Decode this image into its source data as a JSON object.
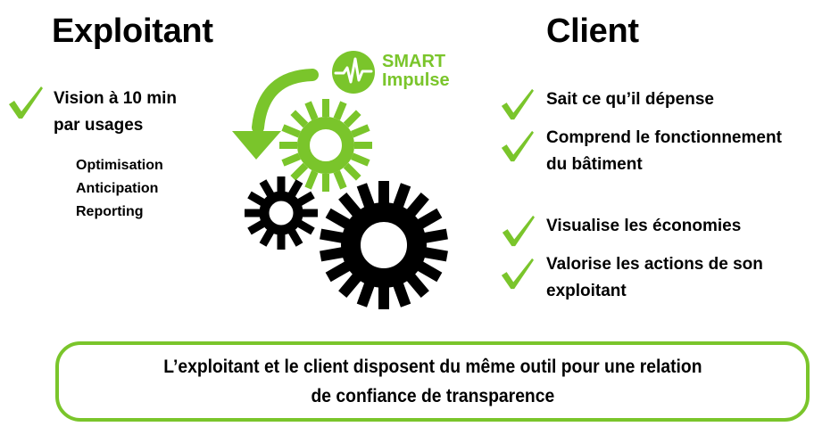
{
  "left": {
    "title": "Exploitant",
    "main_item_line1": "Vision à 10 min",
    "main_item_line2": "par usages",
    "sub_items": [
      "Optimisation",
      "Anticipation",
      "Reporting"
    ]
  },
  "right": {
    "title": "Client",
    "items": [
      {
        "line1": "Sait ce qu’il dépense"
      },
      {
        "line1": "Comprend le fonctionnement",
        "line2": "du bâtiment"
      },
      {
        "line1": "Visualise les économies"
      },
      {
        "line1": "Valorise les actions de son",
        "line2": "exploitant"
      }
    ]
  },
  "logo": {
    "line1": "SMART",
    "line2": "Impulse",
    "icon": "pulse-wave-icon"
  },
  "center": {
    "icons": [
      "curved-arrow-icon",
      "green-gear-icon",
      "small-black-gear-icon",
      "large-black-gear-icon"
    ]
  },
  "footer": {
    "line1": "L’exploitant et le client disposent du même outil pour une relation",
    "line2": "de confiance de transparence"
  },
  "colors": {
    "accent_green": "#7ac52b",
    "text": "#000000",
    "background": "#ffffff"
  }
}
